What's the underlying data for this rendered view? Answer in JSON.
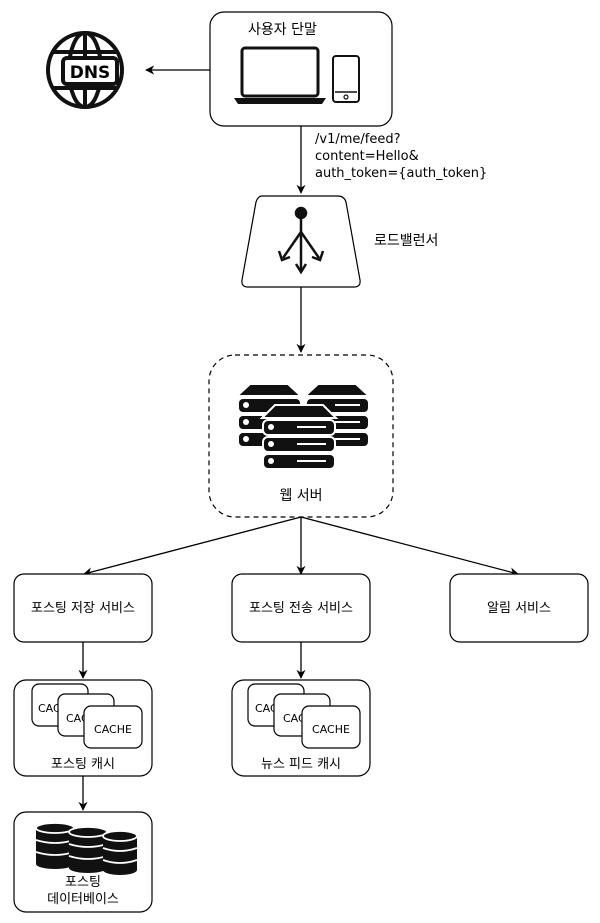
{
  "nodes": {
    "dns": {
      "label": "DNS",
      "icon": "globe-icon"
    },
    "client": {
      "label": "사용자 단말",
      "icons": [
        "laptop-icon",
        "phone-icon"
      ]
    },
    "request": {
      "lines": [
        "/v1/me/feed?",
        "content=Hello&",
        "auth_token={auth_token}"
      ]
    },
    "load_balancer": {
      "label": "로드밸런서",
      "icon": "load-balancer-icon"
    },
    "web_server": {
      "label": "웹 서버",
      "icon": "server-stack-icon"
    },
    "post_storage": {
      "label": "포스팅 저장 서비스"
    },
    "post_delivery": {
      "label": "포스팅 전송 서비스"
    },
    "notification": {
      "label": "알림 서비스"
    },
    "post_cache": {
      "label": "포스팅 캐시",
      "cache_labels": [
        "CACHE",
        "CACHE",
        "CACHE"
      ]
    },
    "feed_cache": {
      "label": "뉴스 피드 캐시",
      "cache_labels": [
        "CACHE",
        "CACHE",
        "CACHE"
      ]
    },
    "post_db": {
      "label_lines": [
        "포스팅",
        "데이터베이스"
      ],
      "icon": "database-icon"
    }
  },
  "style": {
    "stroke": "#000000",
    "fill": "#ffffff",
    "icon_fill": "#111111"
  }
}
